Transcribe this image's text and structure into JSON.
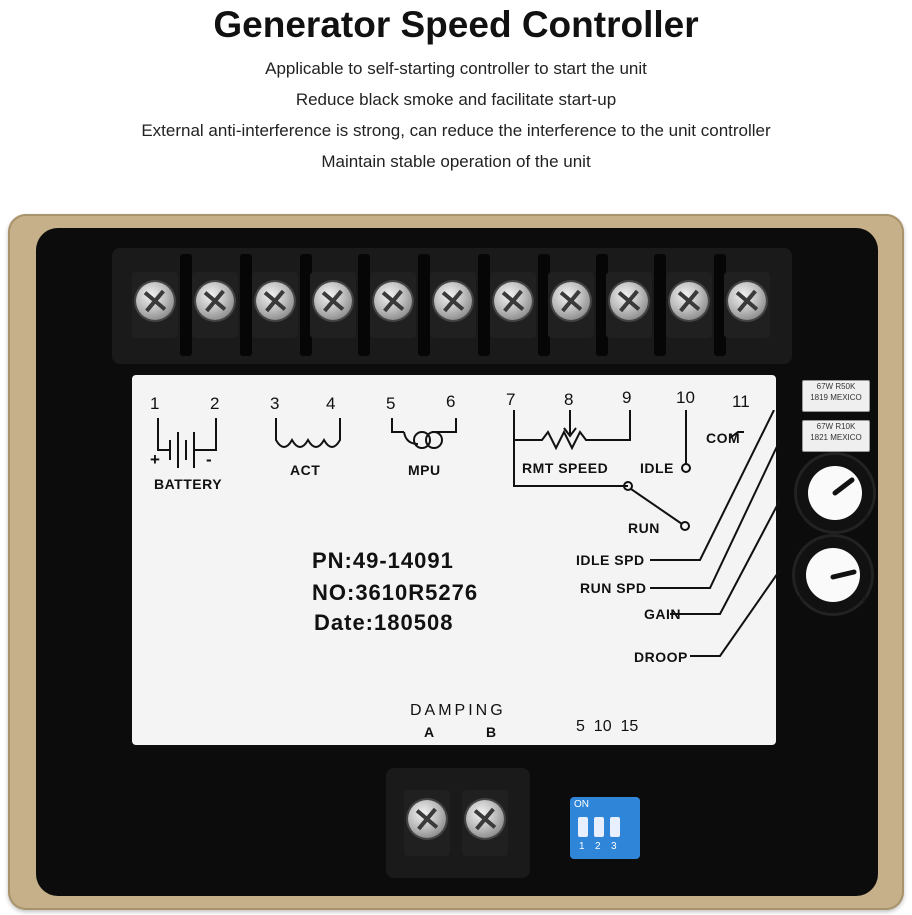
{
  "page": {
    "title": "Generator Speed Controller",
    "features": [
      "Applicable to self-starting controller to start the unit",
      "Reduce black smoke and facilitate start-up",
      "External anti-interference is strong, can reduce the interference to the unit controller",
      "Maintain stable operation of the unit"
    ]
  },
  "device": {
    "terminal_numbers": [
      "1",
      "2",
      "3",
      "4",
      "5",
      "6",
      "7",
      "8",
      "9",
      "10",
      "11"
    ],
    "groups": {
      "battery": "BATTERY",
      "plus": "+",
      "minus": "-",
      "act": "ACT",
      "mpu": "MPU",
      "rmt_speed": "RMT SPEED",
      "idle": "IDLE",
      "com": "COM",
      "run": "RUN"
    },
    "callouts": [
      "IDLE SPD",
      "RUN SPD",
      "GAIN",
      "DROOP"
    ],
    "info": {
      "pn": "PN:49-14091",
      "no": "NO:3610R5276",
      "date": "Date:180508"
    },
    "damping": {
      "label": "DAMPING",
      "a": "A",
      "b": "B",
      "scale": "5  10  15"
    },
    "pots": [
      {
        "line1": "67W R50K",
        "line2": "1819 MEXICO"
      },
      {
        "line1": "67W R10K",
        "line2": "1821 MEXICO"
      }
    ],
    "knobs": [
      {
        "top": "50",
        "left": "0",
        "right": "100"
      },
      {
        "top": "50",
        "left": "0",
        "right": "100"
      }
    ],
    "dip": {
      "on": "ON",
      "switches": [
        "1",
        "2",
        "3"
      ]
    },
    "colors": {
      "bezel": "#c6b08a",
      "body": "#0c0c0c",
      "label": "#f4f4f4",
      "dip": "#2f86d8"
    }
  }
}
